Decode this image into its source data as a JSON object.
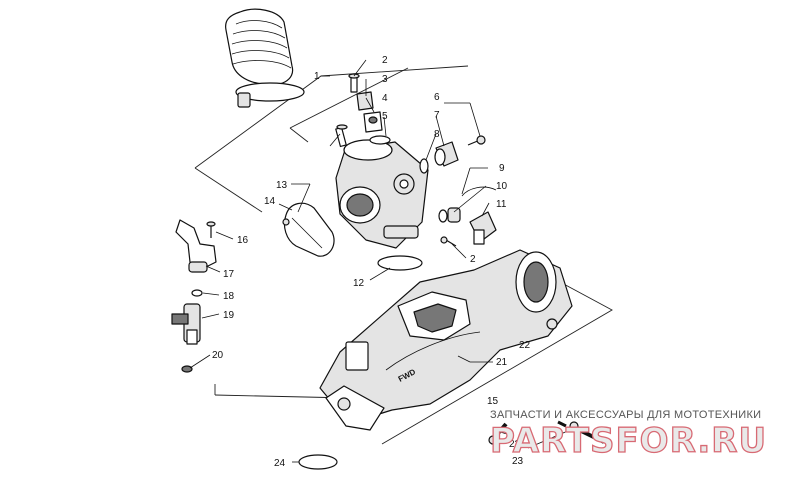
{
  "callouts": [
    {
      "id": "1",
      "label": "1"
    },
    {
      "id": "2a",
      "label": "2"
    },
    {
      "id": "3",
      "label": "3"
    },
    {
      "id": "4",
      "label": "4"
    },
    {
      "id": "5",
      "label": "5"
    },
    {
      "id": "6",
      "label": "6"
    },
    {
      "id": "7",
      "label": "7"
    },
    {
      "id": "8",
      "label": "8"
    },
    {
      "id": "9",
      "label": "9"
    },
    {
      "id": "10",
      "label": "10"
    },
    {
      "id": "11",
      "label": "11"
    },
    {
      "id": "2b",
      "label": "2"
    },
    {
      "id": "12",
      "label": "12"
    },
    {
      "id": "13",
      "label": "13"
    },
    {
      "id": "14",
      "label": "14"
    },
    {
      "id": "16",
      "label": "16"
    },
    {
      "id": "17",
      "label": "17"
    },
    {
      "id": "18",
      "label": "18"
    },
    {
      "id": "19",
      "label": "19"
    },
    {
      "id": "20",
      "label": "20"
    },
    {
      "id": "21",
      "label": "21"
    },
    {
      "id": "15",
      "label": "15"
    },
    {
      "id": "22a",
      "label": "22"
    },
    {
      "id": "22b",
      "label": "22"
    },
    {
      "id": "23",
      "label": "23"
    },
    {
      "id": "24",
      "label": "24"
    }
  ],
  "body_marking": "FWD",
  "watermark": {
    "tagline": "ЗАПЧАСТИ И АКСЕССУАРЫ ДЛЯ МОТОТЕХНИКИ",
    "logo": "PARTSFOR.RU"
  }
}
